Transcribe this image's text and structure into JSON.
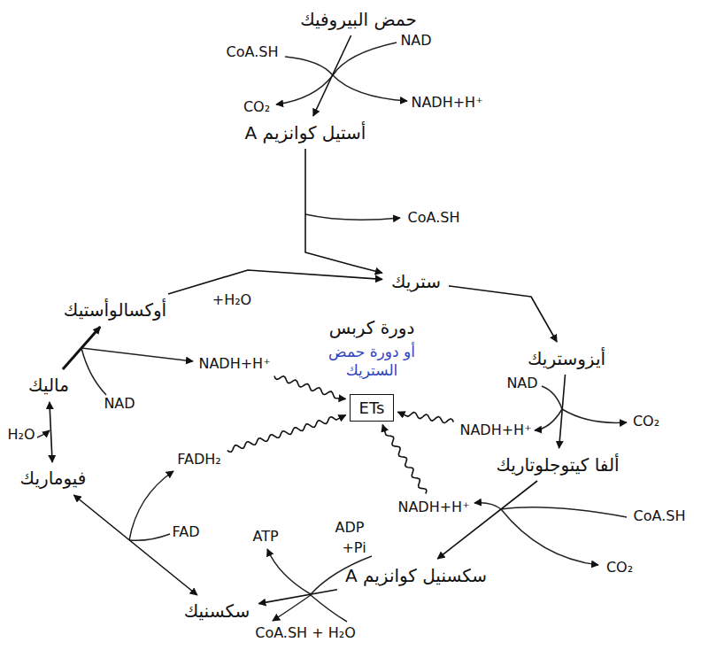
{
  "diagram": {
    "nodes": [
      {
        "text": [
          "حمض البيروفيك"
        ]
      },
      {
        "text": [
          "أستيل كوانزيم A"
        ]
      },
      {
        "text": [
          "ستريك"
        ]
      },
      {
        "text": [
          "أيزوستريك"
        ]
      },
      {
        "text": [
          "ألفا كيتوجلوتاريك"
        ]
      },
      {
        "text": [
          "سكسنيل كوانزيم A"
        ]
      },
      {
        "text": [
          "سكسنيك"
        ]
      },
      {
        "text": [
          "فيوماريك"
        ]
      },
      {
        "text": [
          "ماليك"
        ]
      },
      {
        "text": [
          "أوكسالوأستيك"
        ]
      },
      {
        "text": [
          "ETs"
        ]
      },
      {
        "text": [
          "NADH+H⁺"
        ]
      },
      {
        "text": [
          "NADH+H⁺"
        ]
      },
      {
        "text": [
          "NADH+H⁺"
        ]
      },
      {
        "text": [
          "FADH₂"
        ]
      }
    ],
    "edges": [
      {
        "from": 0,
        "to": 1,
        "arrow": "to"
      },
      {
        "from": 1,
        "to": 2,
        "arrow": "to"
      },
      {
        "from": 9,
        "to": 2,
        "arrow": "to"
      },
      {
        "from": 2,
        "to": 3,
        "arrow": "to"
      },
      {
        "from": 3,
        "to": 4,
        "arrow": "to"
      },
      {
        "from": 4,
        "to": 5,
        "arrow": "to"
      },
      {
        "from": 5,
        "to": 6,
        "arrow": "to"
      },
      {
        "from": 6,
        "to": 7,
        "arrow": "both"
      },
      {
        "from": 7,
        "to": 8,
        "arrow": "both"
      },
      {
        "from": 8,
        "to": 9,
        "arrow": "to"
      },
      {
        "from": 11,
        "to": 10,
        "arrow": "to"
      },
      {
        "from": 12,
        "to": 10,
        "arrow": "to"
      },
      {
        "from": 13,
        "to": 10,
        "arrow": "to"
      },
      {
        "from": 14,
        "to": 10,
        "arrow": "to"
      }
    ],
    "labels": [
      "CoA.SH",
      "NAD",
      "CO₂",
      "NADH+H⁺",
      "CoA.SH",
      "+H₂O",
      "دورة كربس",
      "أو دورة حمض الستريك",
      "NAD",
      "H₂O",
      "NAD",
      "CO₂",
      "CoA.SH",
      "CO₂",
      "FAD",
      "ATP",
      "ADP",
      "+Pi",
      "CoA.SH + H₂O"
    ]
  }
}
